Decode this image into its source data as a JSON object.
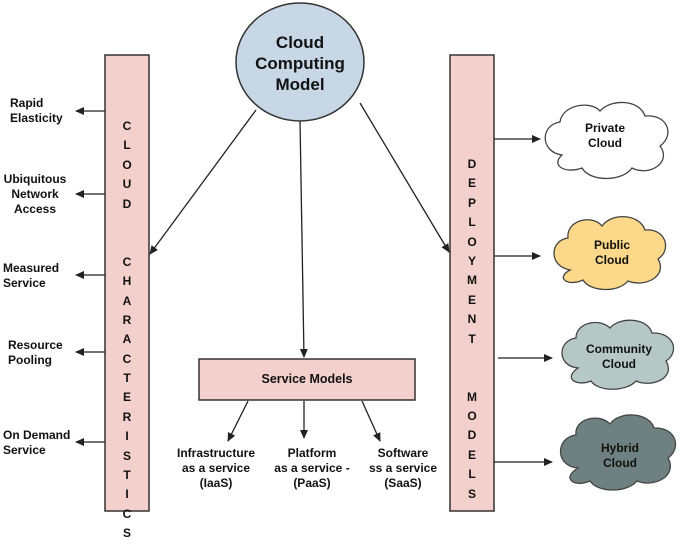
{
  "center": {
    "lines": [
      "Cloud",
      "Computing",
      "Model"
    ]
  },
  "left_bar": {
    "text": "CLOUD  CHARACTERISTICS"
  },
  "right_bar": {
    "text": "DEPLOYMENT  MODELS"
  },
  "characteristics": [
    {
      "lines": [
        "Rapid",
        "Elasticity"
      ]
    },
    {
      "lines": [
        "Ubiquitous",
        "Network",
        "Access"
      ]
    },
    {
      "lines": [
        "Measured",
        "Service"
      ]
    },
    {
      "lines": [
        "Resource",
        "Pooling"
      ]
    },
    {
      "lines": [
        "On Demand",
        "Service"
      ]
    }
  ],
  "service_models": {
    "title": "Service Models",
    "items": [
      {
        "lines": [
          "Infrastructure",
          "as a service",
          "(IaaS)"
        ]
      },
      {
        "lines": [
          "Platform",
          "as a service -",
          "(PaaS)"
        ]
      },
      {
        "lines": [
          "Software",
          "ss a service",
          "(SaaS)"
        ]
      }
    ]
  },
  "deployment": [
    {
      "lines": [
        "Private",
        "Cloud"
      ],
      "fill": "#ffffff"
    },
    {
      "lines": [
        "Public",
        "Cloud"
      ],
      "fill": "#fbd88a"
    },
    {
      "lines": [
        "Community",
        "Cloud"
      ],
      "fill": "#b5c8c6"
    },
    {
      "lines": [
        "Hybrid",
        "Cloud"
      ],
      "fill": "#6f8080"
    }
  ],
  "colors": {
    "center_fill": "#c8d7e5",
    "bar_fill": "#f3d0cc",
    "service_fill": "#f3d0cc",
    "line": "#333333"
  }
}
